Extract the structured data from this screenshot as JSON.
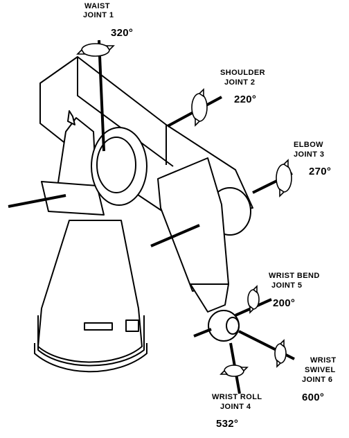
{
  "joints": [
    {
      "name_line1": "WAIST",
      "name_line2": "JOINT 1",
      "rotation": "320°"
    },
    {
      "name_line1": "SHOULDER",
      "name_line2": "JOINT 2",
      "rotation": "220°"
    },
    {
      "name_line1": "ELBOW",
      "name_line2": "JOINT 3",
      "rotation": "270°"
    },
    {
      "name_line1": "WRIST ROLL",
      "name_line2": "JOINT 4",
      "rotation": "532°"
    },
    {
      "name_line1": "WRIST BEND",
      "name_line2": "JOINT 5",
      "rotation": "200°"
    },
    {
      "name_line1": "WRIST",
      "name_line2": "SWIVEL",
      "name_line3": "JOINT 6",
      "rotation": "600°"
    }
  ],
  "colors": {
    "ink": "#000000",
    "paper": "#ffffff"
  }
}
